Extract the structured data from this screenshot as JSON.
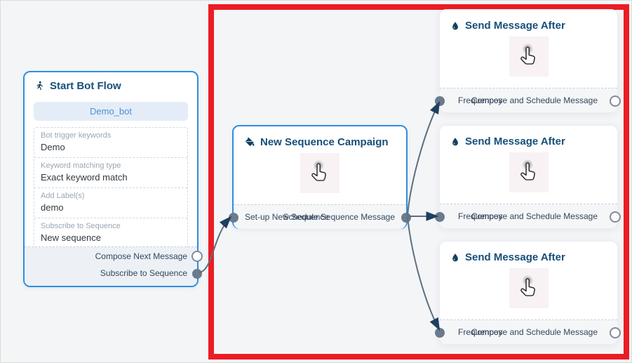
{
  "canvas": {
    "background": "#f4f5f7",
    "highlight_color": "#ec1c24"
  },
  "start_node": {
    "title": "Start Bot Flow",
    "icon": "walking-person",
    "bot_button_label": "Demo_bot",
    "fields": [
      {
        "label": "Bot trigger keywords",
        "value": "Demo"
      },
      {
        "label": "Keyword matching type",
        "value": "Exact keyword match"
      },
      {
        "label": "Add Label(s)",
        "value": "demo"
      },
      {
        "label": "Subscribe to Sequence",
        "value": "New sequence"
      }
    ],
    "outputs": [
      {
        "label": "Compose Next Message",
        "port_state": "empty"
      },
      {
        "label": "Subscribe to Sequence",
        "port_state": "connected"
      }
    ]
  },
  "campaign_node": {
    "title": "New Sequence Campaign",
    "icon": "paint-bucket",
    "action_icon": "click-hand",
    "input_label": "Set-up New Sequence",
    "output_label": "Schedule Sequence Message"
  },
  "send_nodes": [
    {
      "title": "Send Message After",
      "icon": "water-drop",
      "action_icon": "click-hand",
      "input_label": "Frequencey",
      "output_label": "Compose and Schedule Message"
    },
    {
      "title": "Send Message After",
      "icon": "water-drop",
      "action_icon": "click-hand",
      "input_label": "Frequencey",
      "output_label": "Compose and Schedule Message"
    },
    {
      "title": "Send Message After",
      "icon": "water-drop",
      "action_icon": "click-hand",
      "input_label": "Frequencey",
      "output_label": "Compose and Schedule Message"
    }
  ],
  "colors": {
    "node_border_blue": "#2d8fe2",
    "title_text": "#174f79",
    "edge": "#5d6e80",
    "arrow": "#1e3f5f",
    "port_filled": "#6b7b8c",
    "button_text": "#4a90d6",
    "button_bg": "#e4edf7"
  }
}
